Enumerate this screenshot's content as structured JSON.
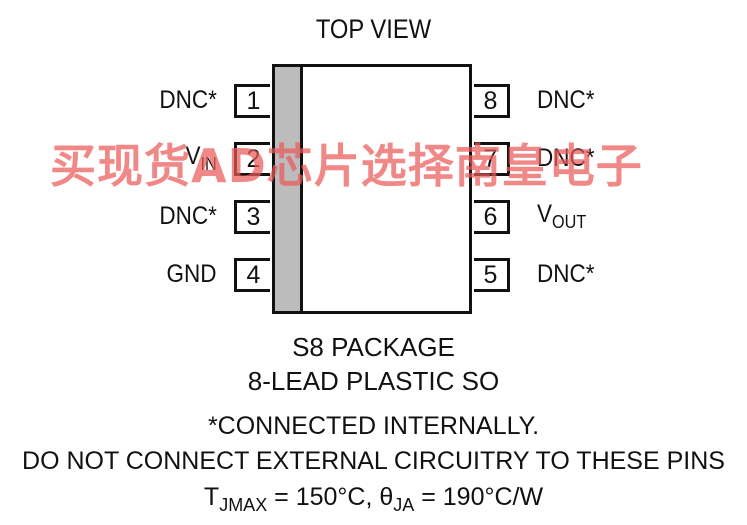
{
  "title": "TOP VIEW",
  "pins_left": [
    {
      "number": "1",
      "name": "DNC*",
      "sub": ""
    },
    {
      "number": "2",
      "name": "V",
      "sub": "IN"
    },
    {
      "number": "3",
      "name": "DNC*",
      "sub": ""
    },
    {
      "number": "4",
      "name": "GND",
      "sub": ""
    }
  ],
  "pins_right": [
    {
      "number": "8",
      "name": "DNC*",
      "sub": ""
    },
    {
      "number": "7",
      "name": "DNC*",
      "sub": ""
    },
    {
      "number": "6",
      "name": "V",
      "sub": "OUT"
    },
    {
      "number": "5",
      "name": "DNC*",
      "sub": ""
    }
  ],
  "package": {
    "line1": "S8 PACKAGE",
    "line2": "8-LEAD PLASTIC SO"
  },
  "notes": {
    "line1": "*CONNECTED INTERNALLY.",
    "line2": "DO NOT CONNECT EXTERNAL CIRCUITRY TO THESE PINS"
  },
  "thermal": {
    "t_symbol": "T",
    "t_sub": "JMAX",
    "t_value": " = 150°C, ",
    "theta_symbol": "θ",
    "theta_sub": "JA",
    "theta_value": " = 190°C/W"
  },
  "watermark": "买现货AD芯片选择南皇电子",
  "colors": {
    "outline": "#111111",
    "pin1_stripe": "#bcbcbc",
    "watermark": "#ec5a5a"
  }
}
